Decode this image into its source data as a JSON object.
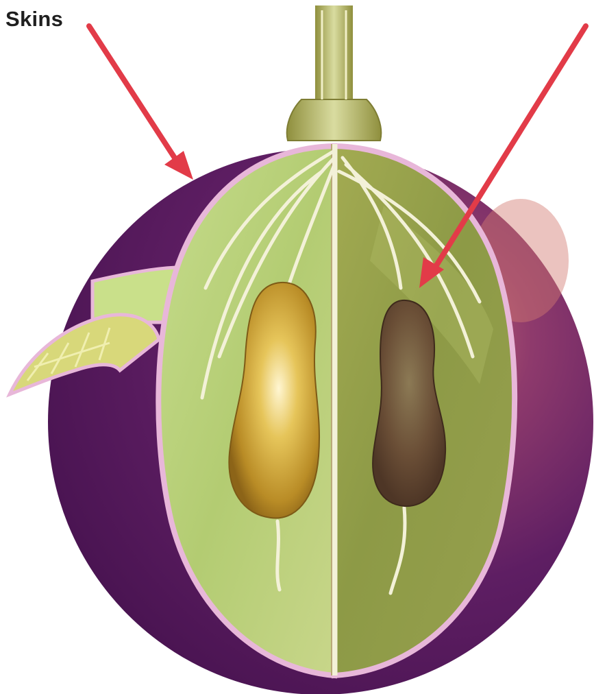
{
  "labels": {
    "skins": "Skins"
  },
  "colors": {
    "skin_purple": "#5e1e63",
    "skin_highlight": "#b5536a",
    "flesh_light": "#b8d07a",
    "flesh_dark": "#8f9a45",
    "seed_gold": "#c79b2c",
    "seed_brown": "#6a4a34",
    "membrane_pink": "#e8b7d9",
    "arrow_red": "#e23b48"
  },
  "icons": {
    "arrow_skins": "arrow-down-left",
    "arrow_seed": "arrow-down-left"
  }
}
